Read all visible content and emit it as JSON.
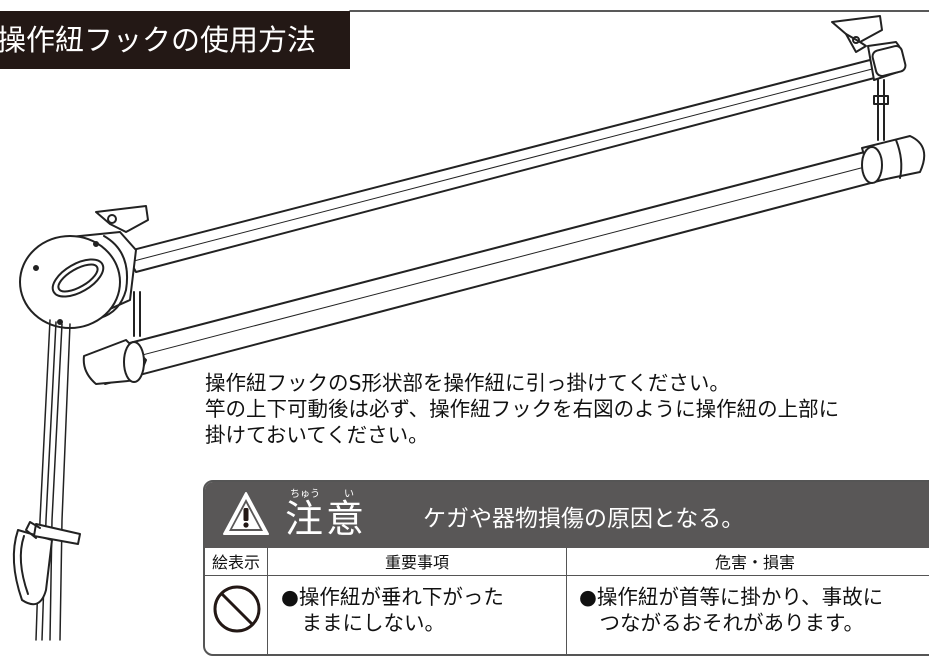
{
  "title": "操作紐フックの使用方法",
  "instructions": [
    "操作紐フックのS形状部を操作紐に引っ掛けてください。",
    "竿の上下可動後は必ず、操作紐フックを右図のように操作紐の上部に",
    "掛けておいてください。"
  ],
  "caution": {
    "ruby_chuu": "ちゅう",
    "ruby_i": "い",
    "word": "注意",
    "description": "ケガや器物損傷の原因となる。",
    "headers": {
      "icon": "絵表示",
      "important": "重要事項",
      "hazard": "危害・損害"
    },
    "important_lines": [
      "●操作紐が垂れ下がった",
      "　ままにしない。"
    ],
    "hazard_lines": [
      "●操作紐が首等に掛かり、事故に",
      "　つながるおそれがあります。"
    ]
  },
  "icons": {
    "warning": "warning-triangle-icon",
    "prohibited": "prohibited-icon"
  },
  "colors": {
    "title_bg": "#231815",
    "caution_header_bg": "#595757",
    "text": "#111111"
  }
}
